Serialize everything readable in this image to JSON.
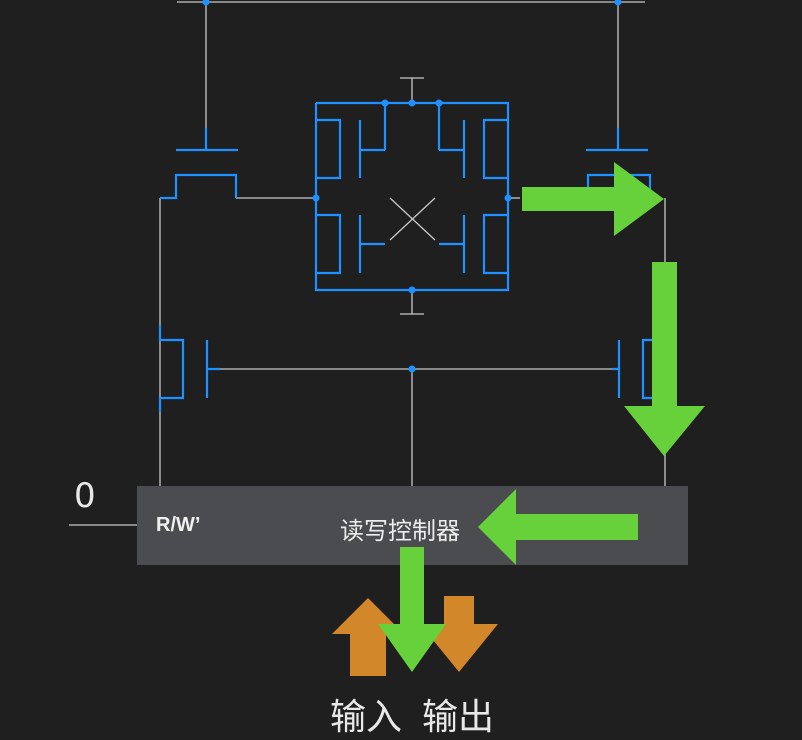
{
  "input_value": "0",
  "controller": {
    "rw_label": "R/W’",
    "title": "读写控制器"
  },
  "io": {
    "input_label": "输入",
    "output_label": "输出"
  },
  "colors": {
    "background": "#1f1f1f",
    "wire": "#c8c8c8",
    "transistor": "#1e90ff",
    "arrow_green": "#66d13a",
    "arrow_orange": "#d2882a",
    "controller_fill": "#4a4c4f"
  }
}
